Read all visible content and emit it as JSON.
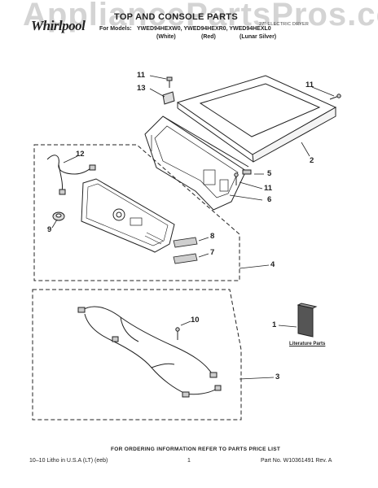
{
  "watermark": "AppliancePartsPros.com",
  "header": {
    "brand": "Whirlpool",
    "title": "TOP AND CONSOLE PARTS",
    "doc_type": "27\" ELECTRIC DRYER",
    "models_label": "For Models:",
    "models": "YWED94HEXW0, YWED94HEXR0, YWED94HEXL0",
    "colors": [
      "(White)",
      "(Red)",
      "(Lunar Silver)"
    ]
  },
  "callouts": {
    "c11a": "11",
    "c13": "13",
    "c11b": "11",
    "c2": "2",
    "c12": "12",
    "c5": "5",
    "c11c": "11",
    "c6": "6",
    "c9": "9",
    "c8": "8",
    "c7": "7",
    "c4": "4",
    "c1": "1",
    "c10": "10",
    "c3": "3"
  },
  "literature_label": "Literature Parts",
  "footer": {
    "order_info": "FOR ORDERING INFORMATION REFER TO PARTS PRICE LIST",
    "litho": "10–10 Litho in U.S.A (LT) (eeb)",
    "page": "1",
    "part_no": "Part No. W10361491 Rev. A"
  }
}
